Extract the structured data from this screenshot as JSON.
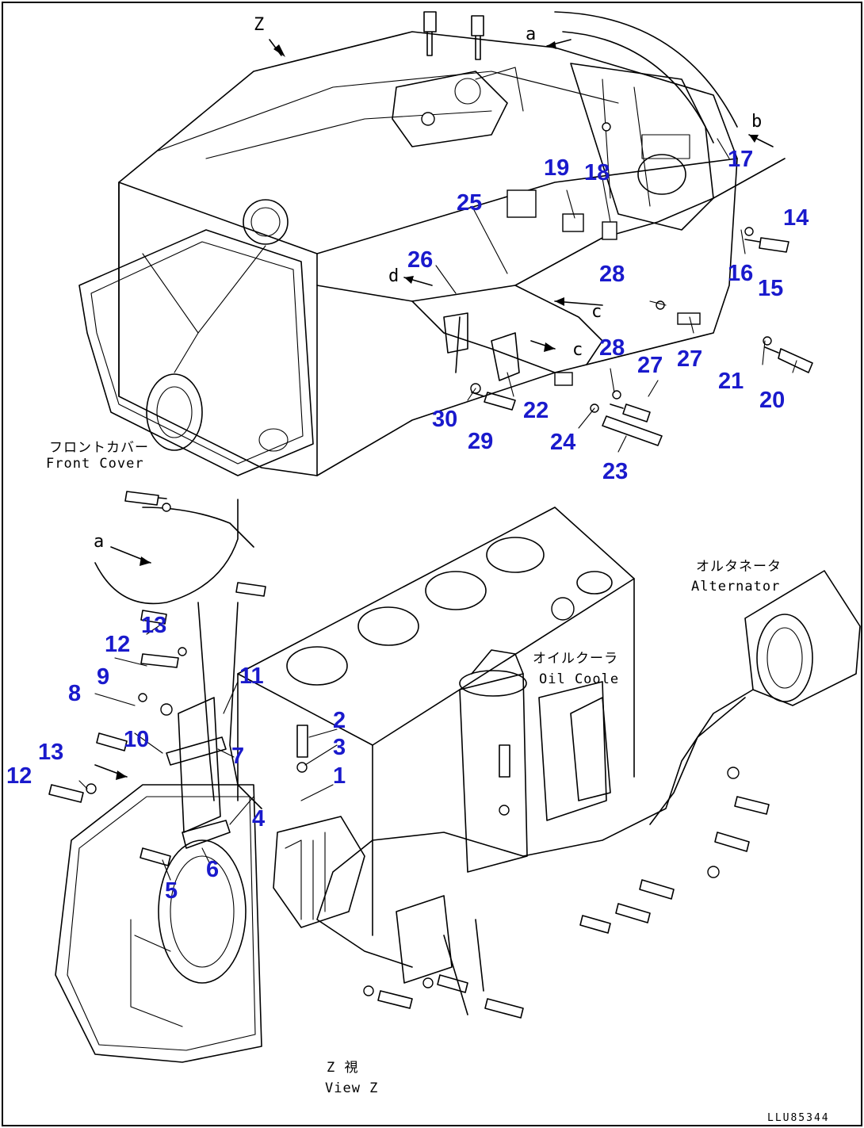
{
  "colors": {
    "part_number": "#1a1acc",
    "line": "#000000",
    "background": "#ffffff"
  },
  "view_letter": "Z",
  "arrow_letters": [
    "a",
    "b",
    "c",
    "d",
    "a",
    "c"
  ],
  "callouts": [
    {
      "label": "1"
    },
    {
      "label": "2"
    },
    {
      "label": "3"
    },
    {
      "label": "4"
    },
    {
      "label": "5"
    },
    {
      "label": "6"
    },
    {
      "label": "7"
    },
    {
      "label": "8"
    },
    {
      "label": "9"
    },
    {
      "label": "10"
    },
    {
      "label": "11"
    },
    {
      "label": "12"
    },
    {
      "label": "12"
    },
    {
      "label": "13"
    },
    {
      "label": "13"
    },
    {
      "label": "14"
    },
    {
      "label": "15"
    },
    {
      "label": "16"
    },
    {
      "label": "17"
    },
    {
      "label": "18"
    },
    {
      "label": "19"
    },
    {
      "label": "20"
    },
    {
      "label": "21"
    },
    {
      "label": "22"
    },
    {
      "label": "23"
    },
    {
      "label": "24"
    },
    {
      "label": "25"
    },
    {
      "label": "26"
    },
    {
      "label": "27"
    },
    {
      "label": "27"
    },
    {
      "label": "28"
    },
    {
      "label": "28"
    },
    {
      "label": "29"
    },
    {
      "label": "30"
    }
  ],
  "captions": {
    "front_cover_jp": "フロントカバー",
    "front_cover_en": "Front Cover",
    "alternator_jp": "オルタネータ",
    "alternator_en": "Alternator",
    "oil_cooler_jp": "オイルクーラ",
    "oil_cooler_en": "Oil Coole",
    "view_jp": "Z  視",
    "view_en": "View Z"
  },
  "drawing_number": "LLU85344"
}
